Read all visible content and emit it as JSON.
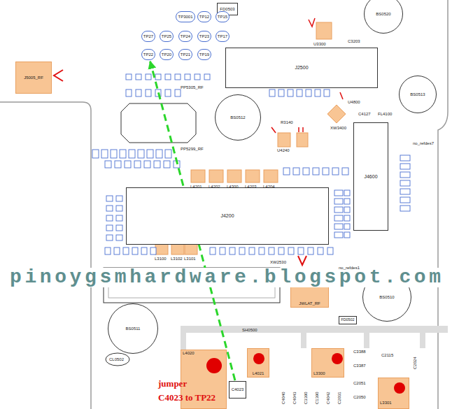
{
  "diagram": {
    "nodes": [
      {
        "text": [
          "FD0503"
        ]
      },
      {
        "text": [
          "BS0520"
        ]
      },
      {
        "text": [
          "TP3001"
        ]
      },
      {
        "text": [
          "TP12"
        ]
      },
      {
        "text": [
          "TP15"
        ]
      },
      {
        "text": [
          "TP27"
        ]
      },
      {
        "text": [
          "TP25"
        ]
      },
      {
        "text": [
          "TP24"
        ]
      },
      {
        "text": [
          "TP23"
        ]
      },
      {
        "text": [
          "TP17"
        ]
      },
      {
        "text": [
          "TP22"
        ]
      },
      {
        "text": [
          "TP20"
        ]
      },
      {
        "text": [
          "TP21"
        ]
      },
      {
        "text": [
          "TP19"
        ]
      },
      {
        "text": [
          "J2500"
        ]
      },
      {
        "text": [
          "J5005_RF"
        ]
      },
      {
        "text": [
          "BS0513"
        ]
      },
      {
        "text": [
          "BS0512"
        ]
      },
      {
        "text": [
          "J4600"
        ]
      },
      {
        "text": [
          "J4200"
        ]
      },
      {
        "text": [
          "JWLAT_RF"
        ]
      },
      {
        "text": [
          "BS0510"
        ]
      },
      {
        "text": [
          "FD0502"
        ]
      },
      {
        "text": [
          "BS0511"
        ]
      },
      {
        "text": [
          "L4020"
        ]
      },
      {
        "text": [
          "L4021"
        ]
      },
      {
        "text": [
          "L3300"
        ]
      },
      {
        "text": [
          "L3301"
        ]
      },
      {
        "text": [
          "C4023"
        ]
      }
    ],
    "edges": [
      {
        "from": 28,
        "to": 10,
        "arrow": "to"
      }
    ],
    "labels": [
      "pinoygsmhardware.blogspot.com",
      "jumper",
      "C4023 to TP22",
      "SH0500",
      "R3140",
      "XW3400",
      "XW2530",
      "C3203",
      "PP5305_RF",
      "PP5299_RF",
      "no_refdes7",
      "no_refdes1",
      "L4201",
      "L4202",
      "L4300",
      "L4203",
      "L4204",
      "L3100",
      "L3102",
      "L3101",
      "U3300",
      "U4240",
      "U4800",
      "C4127",
      "FL4100",
      "C4040",
      "C4043",
      "C3390",
      "C1390",
      "C4042",
      "C2031",
      "C3388",
      "C3387",
      "C2051",
      "C2050",
      "C2115",
      "C2024",
      "CL0502"
    ]
  }
}
